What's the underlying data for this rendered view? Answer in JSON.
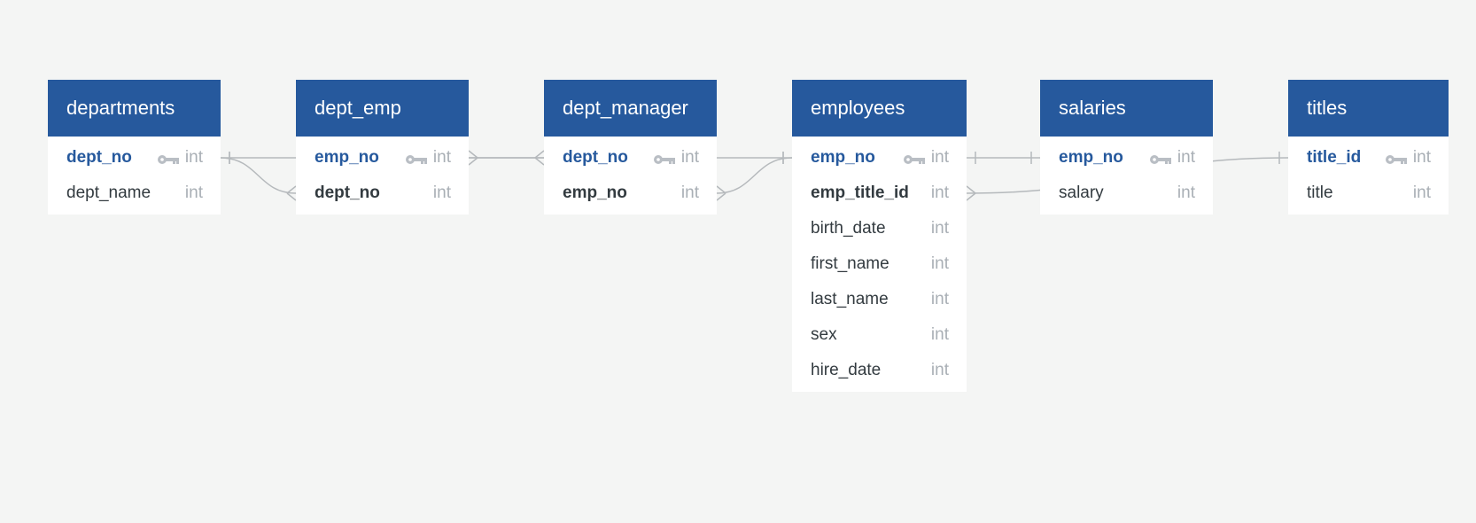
{
  "colors": {
    "background": "#f4f5f4",
    "header": "#26599d",
    "primary_key_text": "#26599d",
    "field_text": "#333b40",
    "type_text": "#a9afb5",
    "key_icon": "#b9bec4",
    "connector": "#b5b9bc"
  },
  "tables": [
    {
      "id": "departments",
      "name": "departments",
      "fields": [
        {
          "name": "dept_no",
          "type": "int",
          "role": "pk",
          "icon": "key-icon"
        },
        {
          "name": "dept_name",
          "type": "int",
          "role": "normal"
        }
      ]
    },
    {
      "id": "dept_emp",
      "name": "dept_emp",
      "fields": [
        {
          "name": "emp_no",
          "type": "int",
          "role": "pk",
          "icon": "key-icon"
        },
        {
          "name": "dept_no",
          "type": "int",
          "role": "fk"
        }
      ]
    },
    {
      "id": "dept_manager",
      "name": "dept_manager",
      "fields": [
        {
          "name": "dept_no",
          "type": "int",
          "role": "pk",
          "icon": "key-icon"
        },
        {
          "name": "emp_no",
          "type": "int",
          "role": "fk"
        }
      ]
    },
    {
      "id": "employees",
      "name": "employees",
      "fields": [
        {
          "name": "emp_no",
          "type": "int",
          "role": "pk",
          "icon": "key-icon"
        },
        {
          "name": "emp_title_id",
          "type": "int",
          "role": "fk"
        },
        {
          "name": "birth_date",
          "type": "int",
          "role": "normal"
        },
        {
          "name": "first_name",
          "type": "int",
          "role": "normal"
        },
        {
          "name": "last_name",
          "type": "int",
          "role": "normal"
        },
        {
          "name": "sex",
          "type": "int",
          "role": "normal"
        },
        {
          "name": "hire_date",
          "type": "int",
          "role": "normal"
        }
      ]
    },
    {
      "id": "salaries",
      "name": "salaries",
      "fields": [
        {
          "name": "emp_no",
          "type": "int",
          "role": "pk",
          "icon": "key-icon"
        },
        {
          "name": "salary",
          "type": "int",
          "role": "normal"
        }
      ]
    },
    {
      "id": "titles",
      "name": "titles",
      "fields": [
        {
          "name": "title_id",
          "type": "int",
          "role": "pk",
          "icon": "key-icon"
        },
        {
          "name": "title",
          "type": "int",
          "role": "normal"
        }
      ]
    }
  ],
  "relationships": [
    {
      "from_table": "departments",
      "from_field": "dept_no",
      "from_card": "one",
      "to_table": "dept_emp",
      "to_field": "dept_no",
      "to_card": "many"
    },
    {
      "from_table": "departments",
      "from_field": "dept_no",
      "from_card": "one",
      "to_table": "dept_manager",
      "to_field": "dept_no",
      "to_card": "many"
    },
    {
      "from_table": "employees",
      "from_field": "emp_no",
      "from_card": "one",
      "to_table": "dept_emp",
      "to_field": "emp_no",
      "to_card": "many"
    },
    {
      "from_table": "employees",
      "from_field": "emp_no",
      "from_card": "one",
      "to_table": "dept_manager",
      "to_field": "emp_no",
      "to_card": "many"
    },
    {
      "from_table": "employees",
      "from_field": "emp_no",
      "from_card": "one",
      "to_table": "salaries",
      "to_field": "emp_no",
      "to_card": "one"
    },
    {
      "from_table": "titles",
      "from_field": "title_id",
      "from_card": "one",
      "to_table": "employees",
      "to_field": "emp_title_id",
      "to_card": "many"
    }
  ]
}
